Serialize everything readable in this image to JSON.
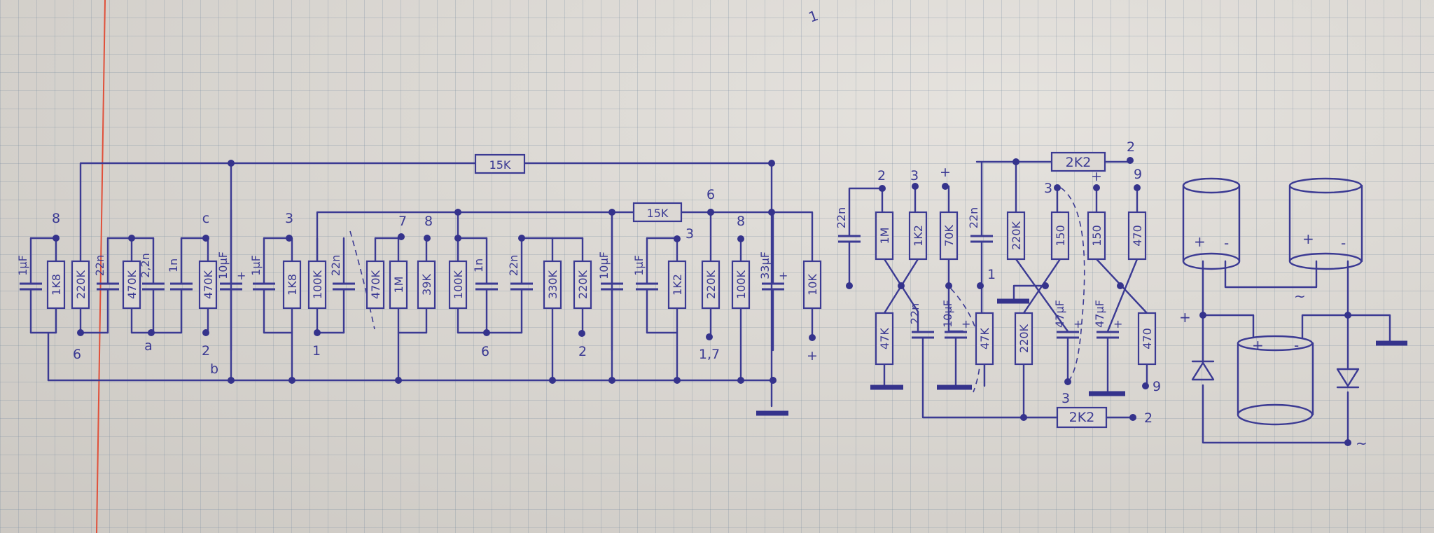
{
  "page_mark": "1",
  "colors": {
    "ink": "#3b3a93",
    "paper": "#ddd9d3",
    "margin_line": "#e0503a"
  },
  "stage1": {
    "components": [
      {
        "type": "capacitor",
        "value": "1µF"
      },
      {
        "type": "resistor",
        "value": "1K8"
      },
      {
        "type": "resistor",
        "value": "220K"
      },
      {
        "type": "capacitor",
        "value": "22n"
      },
      {
        "type": "resistor",
        "value": "470K"
      },
      {
        "type": "capacitor",
        "value": "2,2n"
      },
      {
        "type": "capacitor",
        "value": "1n"
      },
      {
        "type": "resistor",
        "value": "470K"
      },
      {
        "type": "capacitor",
        "value": "10µF",
        "polarized": true
      },
      {
        "type": "capacitor",
        "value": "1µF"
      },
      {
        "type": "resistor",
        "value": "1K8"
      },
      {
        "type": "resistor",
        "value": "100K"
      },
      {
        "type": "capacitor",
        "value": "22n"
      },
      {
        "type": "resistor",
        "value": "470K"
      },
      {
        "type": "resistor",
        "value": "1M"
      },
      {
        "type": "resistor",
        "value": "39K"
      },
      {
        "type": "resistor",
        "value": "100K"
      },
      {
        "type": "capacitor",
        "value": "1n"
      },
      {
        "type": "capacitor",
        "value": "22n"
      },
      {
        "type": "resistor",
        "value": "330K"
      },
      {
        "type": "resistor",
        "value": "220K"
      },
      {
        "type": "capacitor",
        "value": "10µF"
      },
      {
        "type": "capacitor",
        "value": "1µF"
      },
      {
        "type": "resistor",
        "value": "1K2"
      },
      {
        "type": "resistor",
        "value": "220K"
      },
      {
        "type": "resistor",
        "value": "100K"
      },
      {
        "type": "capacitor",
        "value": "33µF",
        "polarized": true
      },
      {
        "type": "resistor",
        "value": "10K"
      }
    ],
    "feedback_resistors": [
      "15K",
      "15K"
    ],
    "terminals": [
      "8",
      "6",
      "a",
      "c",
      "2",
      "b",
      "3",
      "1",
      "7",
      "8",
      "6",
      "2",
      "3",
      "6",
      "8",
      "1,7",
      "+"
    ]
  },
  "stage2": {
    "components": [
      {
        "type": "capacitor",
        "value": "22n"
      },
      {
        "type": "resistor",
        "value": "1M"
      },
      {
        "type": "resistor",
        "value": "1K2"
      },
      {
        "type": "resistor",
        "value": "70K"
      },
      {
        "type": "capacitor",
        "value": "22n"
      },
      {
        "type": "resistor",
        "value": "220K"
      },
      {
        "type": "resistor",
        "value": "150"
      },
      {
        "type": "resistor",
        "value": "150"
      },
      {
        "type": "resistor",
        "value": "470"
      },
      {
        "type": "resistor",
        "value": "47K"
      },
      {
        "type": "capacitor",
        "value": "22n"
      },
      {
        "type": "capacitor",
        "value": "10µF",
        "polarized": true
      },
      {
        "type": "resistor",
        "value": "47K"
      },
      {
        "type": "resistor",
        "value": "220K"
      },
      {
        "type": "capacitor",
        "value": "47µF",
        "polarized": true
      },
      {
        "type": "capacitor",
        "value": "47µF",
        "polarized": true
      },
      {
        "type": "resistor",
        "value": "470"
      }
    ],
    "series_resistors": [
      "2K2",
      "2K2"
    ],
    "terminals": [
      "2",
      "3",
      "+",
      "1",
      "3",
      "+",
      "9",
      "2",
      "9",
      "3",
      "2"
    ]
  },
  "power_supply": {
    "labels": [
      "+",
      "-",
      "+",
      "-",
      "+",
      "-",
      "+",
      "~",
      "~"
    ]
  }
}
